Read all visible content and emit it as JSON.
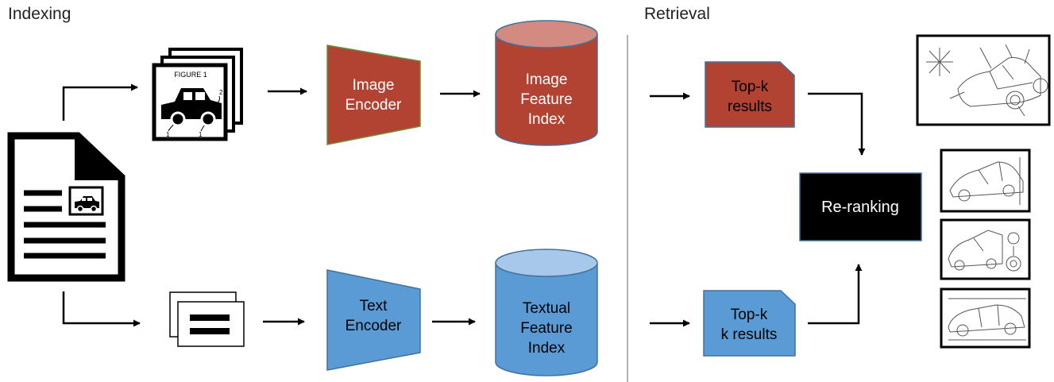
{
  "sections": {
    "indexing": "Indexing",
    "retrieval": "Retrieval"
  },
  "image_encoder": {
    "line1": "Image",
    "line2": "Encoder"
  },
  "text_encoder": {
    "line1": "Text",
    "line2": "Encoder"
  },
  "image_index": {
    "line1": "Image",
    "line2": "Feature",
    "line3": "Index"
  },
  "text_index": {
    "line1": "Textual",
    "line2": "Feature",
    "line3": "Index"
  },
  "image_topk": {
    "line1": "Top-k",
    "line2": "results"
  },
  "text_topk": {
    "line1": "Top-k",
    "line2": "k results"
  },
  "reranking": {
    "label": "Re-ranking"
  },
  "figure_icon": {
    "caption": "FIGURE 1",
    "marker_a": "2",
    "marker_b": "1",
    "marker_c": "1"
  },
  "colors": {
    "image_branch": "#b24333",
    "image_branch_top": "#d38a80",
    "text_branch": "#5b9bd5",
    "text_branch_top": "#a7c8ea",
    "rerank_bg": "#000000",
    "rerank_text": "#ffffff"
  }
}
